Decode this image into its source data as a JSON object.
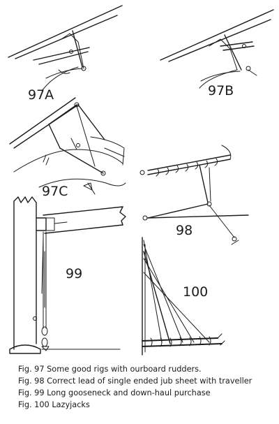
{
  "figures": {
    "fig97a": {
      "label": "97A"
    },
    "fig97b": {
      "label": "97B"
    },
    "fig97c": {
      "label": "97C"
    },
    "fig98": {
      "label": "98"
    },
    "fig99": {
      "label": "99"
    },
    "fig100": {
      "label": "100"
    }
  },
  "captions": [
    "Fig. 97 Some good rigs with ourboard rudders.",
    "Fig. 98 Correct lead of single ended jub sheet with traveller",
    "Fig. 99 Long gooseneck and down-haul purchase",
    "Fig. 100 Lazyjacks"
  ]
}
